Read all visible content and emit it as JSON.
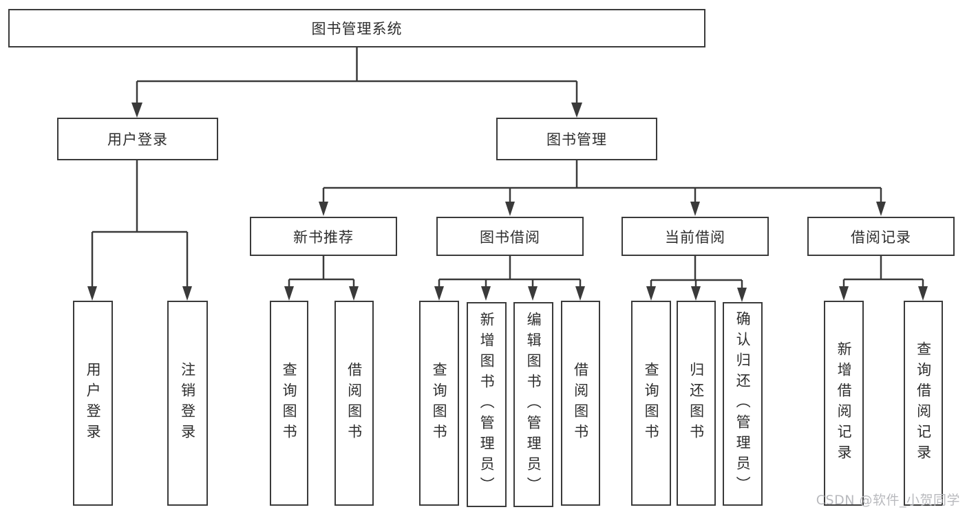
{
  "tree": {
    "root": {
      "label": "图书管理系统"
    },
    "children": [
      {
        "label": "用户登录",
        "children": [
          {
            "label": "用户登录"
          },
          {
            "label": "注销登录"
          }
        ]
      },
      {
        "label": "图书管理",
        "children": [
          {
            "label": "新书推荐",
            "children": [
              {
                "label": "查询图书"
              },
              {
                "label": "借阅图书"
              }
            ]
          },
          {
            "label": "图书借阅",
            "children": [
              {
                "label": "查询图书"
              },
              {
                "label": "新增图书（管理员）"
              },
              {
                "label": "编辑图书（管理员）"
              },
              {
                "label": "借阅图书"
              }
            ]
          },
          {
            "label": "当前借阅",
            "children": [
              {
                "label": "查询图书"
              },
              {
                "label": "归还图书"
              },
              {
                "label": "确认归还（管理员）"
              }
            ]
          },
          {
            "label": "借阅记录",
            "children": [
              {
                "label": "新增借阅记录"
              },
              {
                "label": "查询借阅记录"
              }
            ]
          }
        ]
      }
    ]
  },
  "watermark": "CSDN @软件_小贺同学",
  "colors": {
    "line": "#3a3a3a",
    "text": "#2e2e2e",
    "background": "#ffffff",
    "watermark": "#b9babe"
  }
}
